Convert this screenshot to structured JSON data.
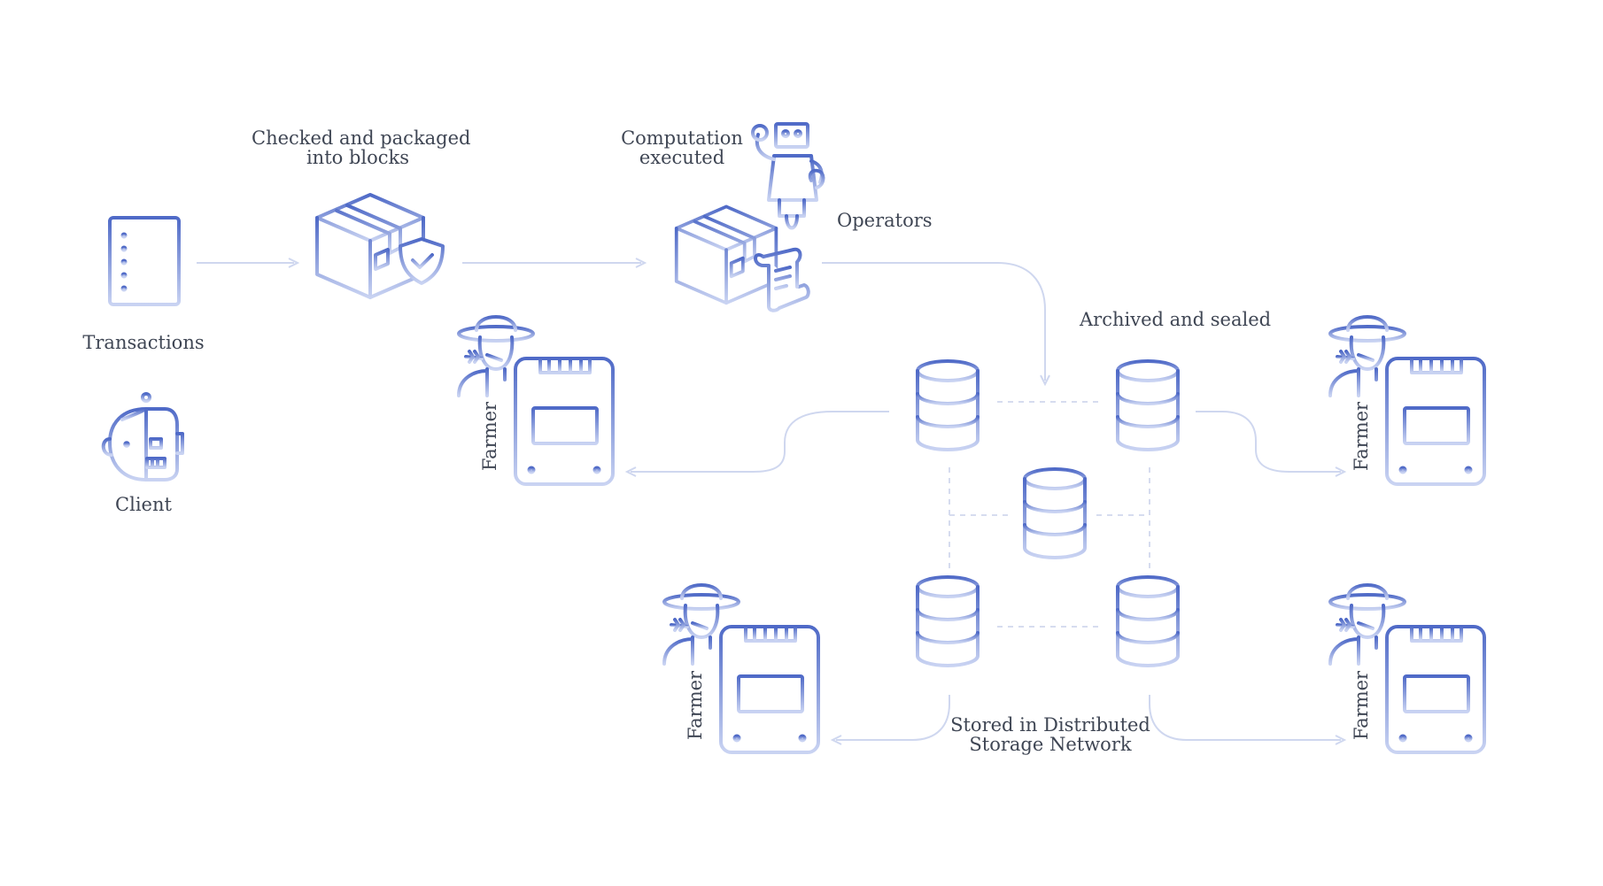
{
  "labels": {
    "checked_line1": "Checked and packaged",
    "checked_line2": "into blocks",
    "computation_line1": "Computation",
    "computation_line2": "executed",
    "operators": "Operators",
    "transactions": "Transactions",
    "client": "Client",
    "archived": "Archived and sealed",
    "stored_line1": "Stored in Distributed",
    "stored_line2": "Storage Network",
    "farmer": "Farmer"
  },
  "colors": {
    "icon_dark": "#4f6ac7",
    "icon_light": "#c9d3f2",
    "connector": "#cfd7ef",
    "text": "#3f4654"
  },
  "icons": [
    "document-icon",
    "box-shield-icon",
    "box-scroll-icon",
    "robot-operator-icon",
    "client-face-icon",
    "farmer-icon",
    "storage-drive-icon",
    "database-icon"
  ]
}
